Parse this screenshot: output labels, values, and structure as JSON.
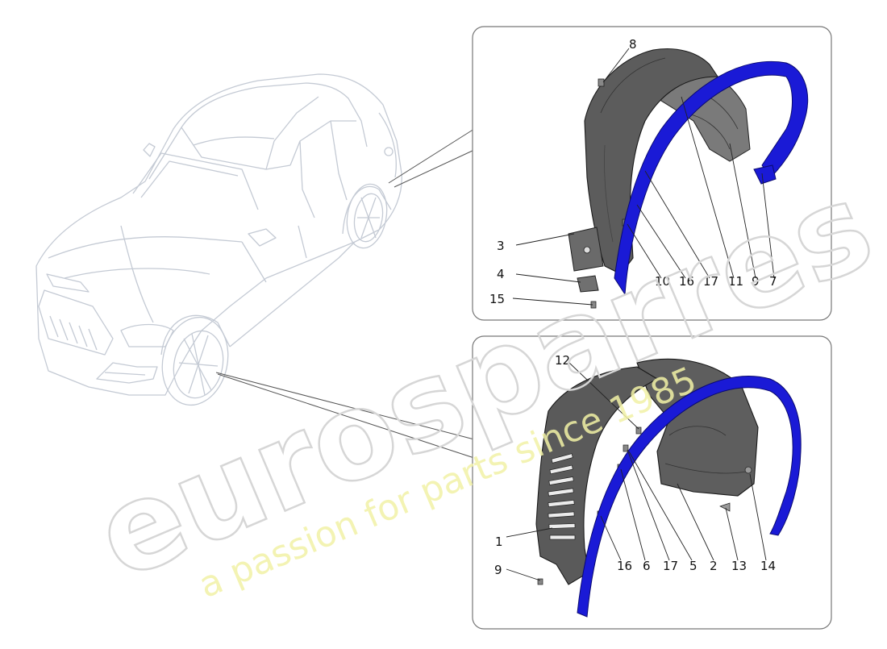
{
  "diagram": {
    "upper_callouts": [
      "8",
      "3",
      "4",
      "15",
      "10",
      "16",
      "17",
      "11",
      "9",
      "7"
    ],
    "lower_callouts": [
      "12",
      "1",
      "9",
      "16",
      "6",
      "17",
      "5",
      "2",
      "13",
      "14"
    ]
  },
  "watermark": {
    "brand": "eurosparres",
    "tagline": "a passion for parts since 1985"
  },
  "colors": {
    "liner_fill": "#5a5a5a",
    "trim_blue": "#1a1ad6",
    "car_outline": "#c4cad4",
    "panel_border": "#777777"
  }
}
